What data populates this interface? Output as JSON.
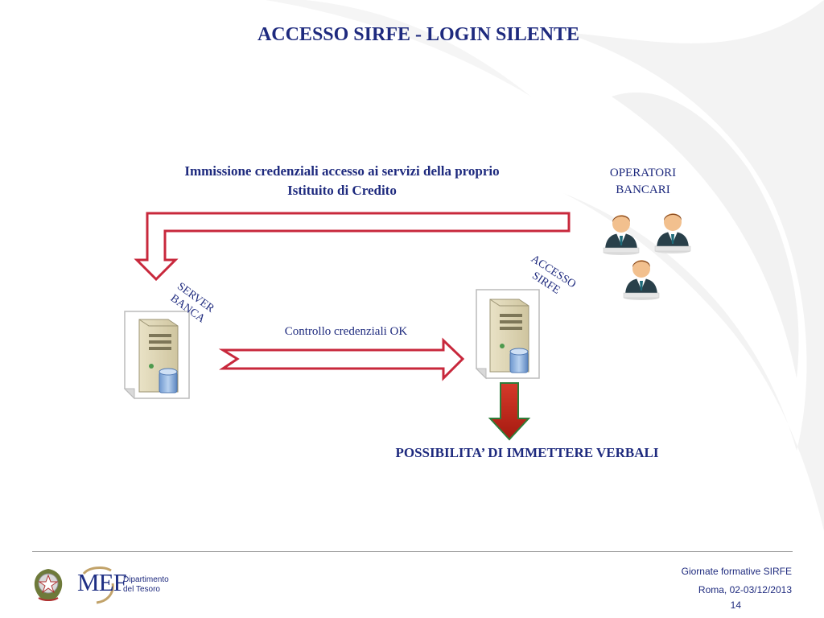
{
  "slide": {
    "title": "ACCESSO SIRFE - LOGIN SILENTE",
    "instruction_line1": "Immissione credenziali accesso ai servizi della proprio",
    "instruction_line2": "Istituito di Credito",
    "operators_line1": "OPERATORI",
    "operators_line2": "BANCARI",
    "server_label_line1": "SERVER",
    "server_label_line2": "BANCA",
    "sirfe_label_line1": "ACCESSO",
    "sirfe_label_line2": "SIRFE",
    "check_label": "Controllo credenziali OK",
    "result_label": "POSSIBILITA’ DI IMMETTERE VERBALI"
  },
  "footer": {
    "logo_text": "MEF",
    "dept_line1": "Dipartimento",
    "dept_line2": "del Tesoro",
    "event": "Giornate formative SIRFE",
    "place_date": "Roma, 02-03/12/2013",
    "page_number": "14"
  },
  "colors": {
    "title_blue": "#1e2a7e",
    "arrow_red": "#c8283c",
    "down_arrow_fill": "#b81c10",
    "down_arrow_border": "#2e7d3a",
    "background_swoosh": "#f1f1f1"
  },
  "icons": [
    "server-icon",
    "operator-person-icon",
    "republic-emblem-icon",
    "mef-logo-icon"
  ]
}
